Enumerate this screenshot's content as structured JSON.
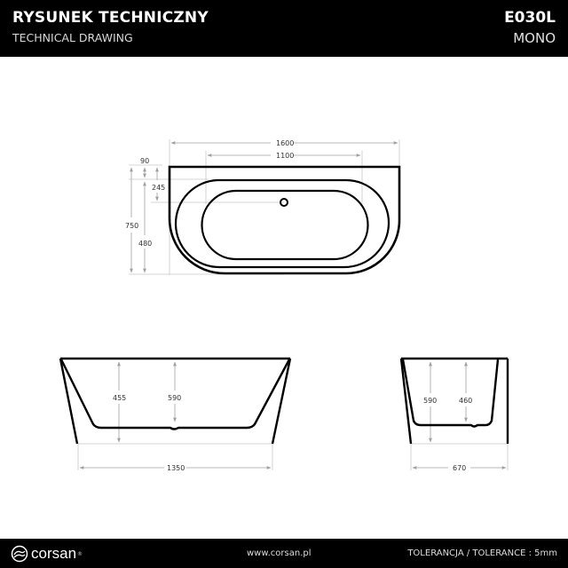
{
  "header": {
    "title": "RYSUNEK TECHNICZNY",
    "subtitle": "TECHNICAL DRAWING",
    "product_code": "E030L",
    "product_name": "MONO"
  },
  "top_view": {
    "dims": {
      "overall_length": "1600",
      "inner_length": "1100",
      "rim_width": "90",
      "drain_offset": "245",
      "overall_width": "750",
      "inner_width": "480"
    }
  },
  "side_view": {
    "dims": {
      "inner_depth": "455",
      "overall_height": "590",
      "base_length": "1350"
    }
  },
  "end_view": {
    "dims": {
      "overall_height": "590",
      "inner_depth": "460",
      "base_width": "670"
    }
  },
  "footer": {
    "brand": "corsan",
    "brand_mark": "®",
    "website": "www.corsan.pl",
    "tolerance": "TOLERANCJA / TOLERANCE : 5mm"
  },
  "colors": {
    "band": "#000000",
    "line": "#000000",
    "dimension": "#a0a0a0",
    "background": "#ffffff"
  }
}
